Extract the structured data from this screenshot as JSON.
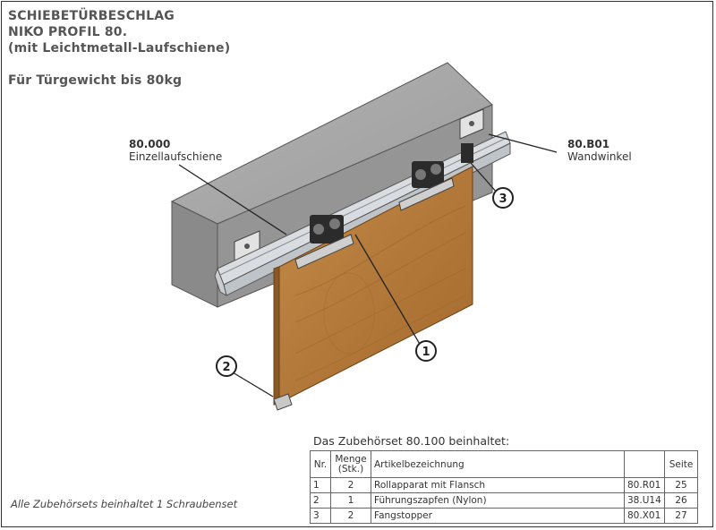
{
  "title": {
    "line1": "SCHIEBETÜRBESCHLAG",
    "line2": "NIKO PROFIL 80.",
    "line3": "(mit Leichtmetall-Laufschiene)",
    "weight": "Für Türgewicht bis 80kg"
  },
  "callouts": {
    "rail": {
      "code": "80.000",
      "name": "Einzellaufschiene"
    },
    "bracket": {
      "code": "80.B01",
      "name": "Wandwinkel"
    },
    "markers": [
      "1",
      "2",
      "3"
    ]
  },
  "footnote": "Alle Zubehörsets beinhaltet 1 Schraubenset",
  "table": {
    "caption": "Das Zubehörset 80.100 beinhaltet:",
    "headers": {
      "nr": "Nr.",
      "menge1": "Menge",
      "menge2": "(Stk.)",
      "bez": "Artikelbezeichnung",
      "seite": "Seite"
    },
    "rows": [
      {
        "nr": "1",
        "menge": "2",
        "bez": "Rollapparat mit Flansch",
        "art": "80.R01",
        "seite": "25"
      },
      {
        "nr": "2",
        "menge": "1",
        "bez": "Führungszapfen (Nylon)",
        "art": "38.U14",
        "seite": "26"
      },
      {
        "nr": "3",
        "menge": "2",
        "bez": "Fangstopper",
        "art": "80.X01",
        "seite": "27"
      }
    ]
  },
  "colors": {
    "wall_front": "#8e8e8e",
    "wall_top": "#a7a7a7",
    "door": "#b37a3e",
    "rail": "#d8dde2"
  }
}
